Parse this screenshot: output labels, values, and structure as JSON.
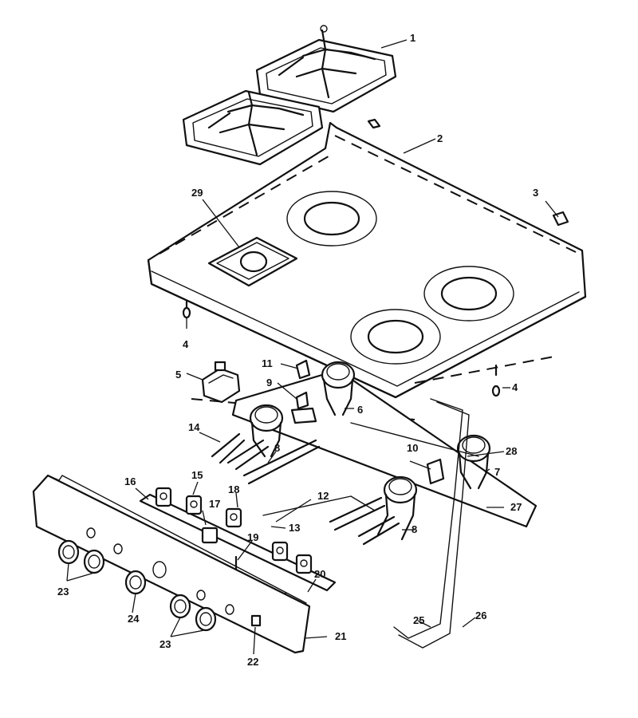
{
  "diagram": {
    "callouts": [
      {
        "id": "c1",
        "text": "1"
      },
      {
        "id": "c2",
        "text": "2"
      },
      {
        "id": "c3",
        "text": "3"
      },
      {
        "id": "c4a",
        "text": "4"
      },
      {
        "id": "c4b",
        "text": "4"
      },
      {
        "id": "c5",
        "text": "5"
      },
      {
        "id": "c6",
        "text": "6"
      },
      {
        "id": "c7",
        "text": "7"
      },
      {
        "id": "c8a",
        "text": "8"
      },
      {
        "id": "c8b",
        "text": "8"
      },
      {
        "id": "c9",
        "text": "9"
      },
      {
        "id": "c10",
        "text": "10"
      },
      {
        "id": "c11",
        "text": "11"
      },
      {
        "id": "c12",
        "text": "12"
      },
      {
        "id": "c13",
        "text": "13"
      },
      {
        "id": "c14",
        "text": "14"
      },
      {
        "id": "c15",
        "text": "15"
      },
      {
        "id": "c16",
        "text": "16"
      },
      {
        "id": "c17",
        "text": "17"
      },
      {
        "id": "c18",
        "text": "18"
      },
      {
        "id": "c19",
        "text": "19"
      },
      {
        "id": "c20",
        "text": "20"
      },
      {
        "id": "c21",
        "text": "21"
      },
      {
        "id": "c22",
        "text": "22"
      },
      {
        "id": "c23a",
        "text": "23"
      },
      {
        "id": "c23b",
        "text": "23"
      },
      {
        "id": "c24",
        "text": "24"
      },
      {
        "id": "c25",
        "text": "25"
      },
      {
        "id": "c26",
        "text": "26"
      },
      {
        "id": "c27",
        "text": "27"
      },
      {
        "id": "c28",
        "text": "28"
      },
      {
        "id": "c29",
        "text": "29"
      }
    ]
  }
}
